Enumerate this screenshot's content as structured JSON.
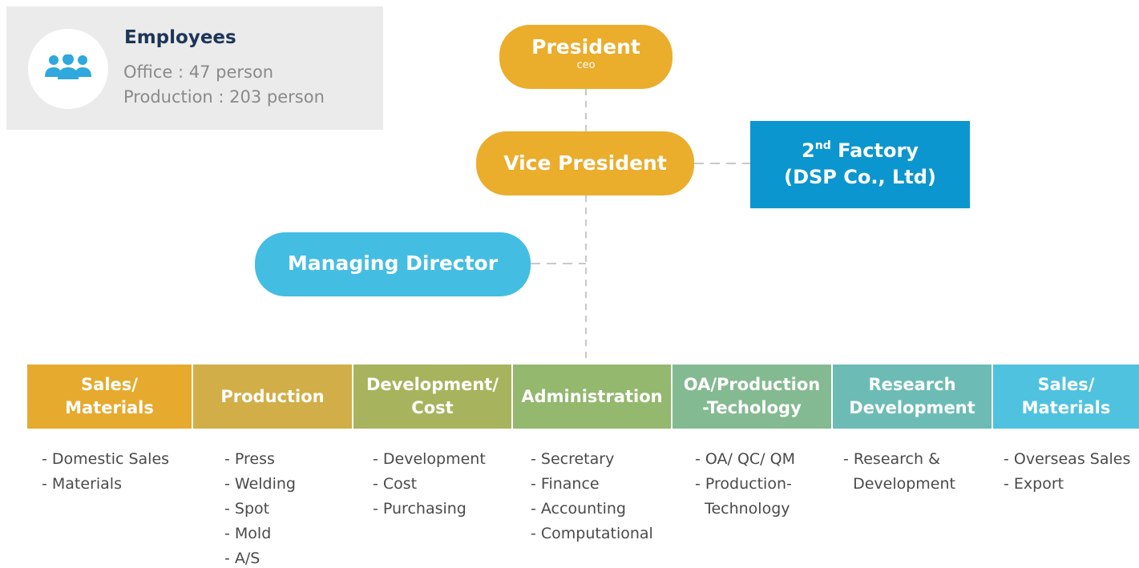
{
  "employees": {
    "title": "Employees",
    "office": "Office : 47 person",
    "production": "Production : 203 person",
    "icon": "people-icon"
  },
  "nodes": {
    "president": {
      "label": "President",
      "sub": "ceo"
    },
    "vice_president": {
      "label": "Vice President"
    },
    "managing_director": {
      "label": "Managing Director"
    },
    "factory": {
      "line1_base": "2",
      "line1_sup": "nd",
      "line1_rest": " Factory",
      "line2": "(DSP Co., Ltd)"
    }
  },
  "colors": {
    "orange": "#eaad2c",
    "light_blue": "#44bde2",
    "factory_blue": "#0c96cf",
    "card_gray": "#ebebeb",
    "title_navy": "#1d3557"
  },
  "departments": [
    {
      "label_lines": [
        "Sales/",
        "Materials"
      ],
      "color": "#e6aa2e",
      "items": [
        "- Domestic Sales",
        "- Materials"
      ]
    },
    {
      "label_lines": [
        "Production"
      ],
      "color": "#d2ae48",
      "items": [
        "- Press",
        "- Welding",
        "- Spot",
        "- Mold",
        "- A/S"
      ]
    },
    {
      "label_lines": [
        "Development/",
        "Cost"
      ],
      "color": "#a7b45d",
      "items": [
        "- Development",
        "- Cost",
        "- Purchasing"
      ]
    },
    {
      "label_lines": [
        "Administration"
      ],
      "color": "#93b86e",
      "items": [
        "- Secretary",
        "- Finance",
        "- Accounting",
        "- Computational"
      ]
    },
    {
      "label_lines": [
        "OA/Production",
        "-Techology"
      ],
      "color": "#84ba91",
      "items": [
        "- OA/ QC/ QM",
        "- Production-",
        "  Technology"
      ]
    },
    {
      "label_lines": [
        "Research",
        "Development"
      ],
      "color": "#6cbcb5",
      "items": [
        "- Research &",
        "  Development"
      ]
    },
    {
      "label_lines": [
        "Sales/",
        "Materials"
      ],
      "color": "#4fc2df",
      "items": [
        "- Overseas Sales",
        "- Export"
      ]
    }
  ]
}
